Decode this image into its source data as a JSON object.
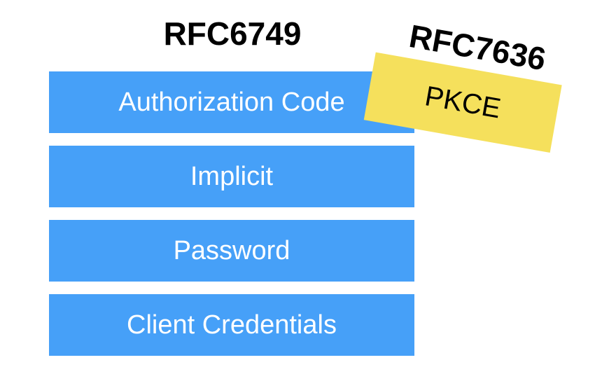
{
  "standard": {
    "title": "RFC6749",
    "grant_types": [
      {
        "label": "Authorization Code"
      },
      {
        "label": "Implicit"
      },
      {
        "label": "Password"
      },
      {
        "label": "Client Credentials"
      }
    ]
  },
  "extension": {
    "title": "RFC7636",
    "label": "PKCE"
  },
  "colors": {
    "grant_box": "#46a0f8",
    "extension_sticker": "#f5e05c",
    "text_dark": "#000000",
    "text_light": "#ffffff"
  }
}
